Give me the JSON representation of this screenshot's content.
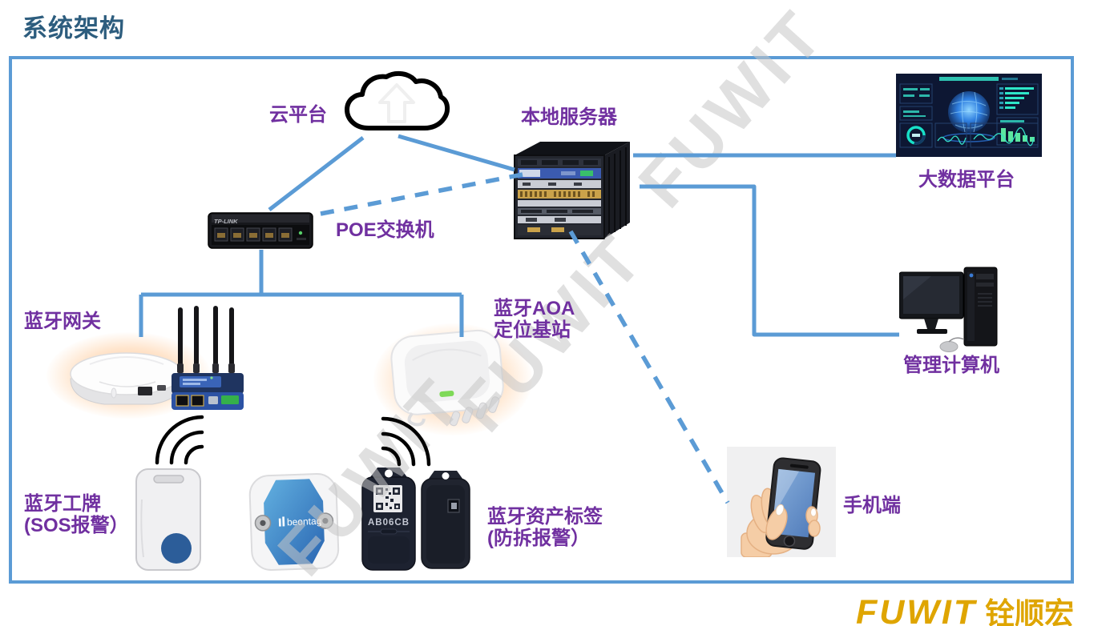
{
  "page": {
    "title": "系统架构"
  },
  "watermark": {
    "text": "FUWIT"
  },
  "colors": {
    "frame_blue": "#5B9BD5",
    "label_purple": "#7030A0",
    "title_blue": "#2D5D7E",
    "logo_gold": "#DFA500"
  },
  "nodes": {
    "cloud": {
      "label": "云平台"
    },
    "local_server": {
      "label": "本地服务器"
    },
    "big_data": {
      "label": "大数据平台"
    },
    "poe_switch": {
      "label": "POE交换机",
      "device_brand": "TP-LINK"
    },
    "bt_gateway": {
      "label": "蓝牙网关"
    },
    "aoa_station": {
      "label_line1": "蓝牙AOA",
      "label_line2": "定位基站"
    },
    "mgmt_computer": {
      "label": "管理计算机"
    },
    "bt_badge": {
      "label_line1": "蓝牙工牌",
      "label_line2": "(SOS报警）"
    },
    "asset_tags": {
      "label_line1": "蓝牙资产标签",
      "label_line2": "(防拆报警）",
      "tag_brand": "beontag",
      "tag_code": "AB06CB"
    },
    "mobile": {
      "label": "手机端"
    }
  },
  "footer": {
    "logo_en": "FUWIT",
    "logo_cn": "铨顺宏"
  }
}
